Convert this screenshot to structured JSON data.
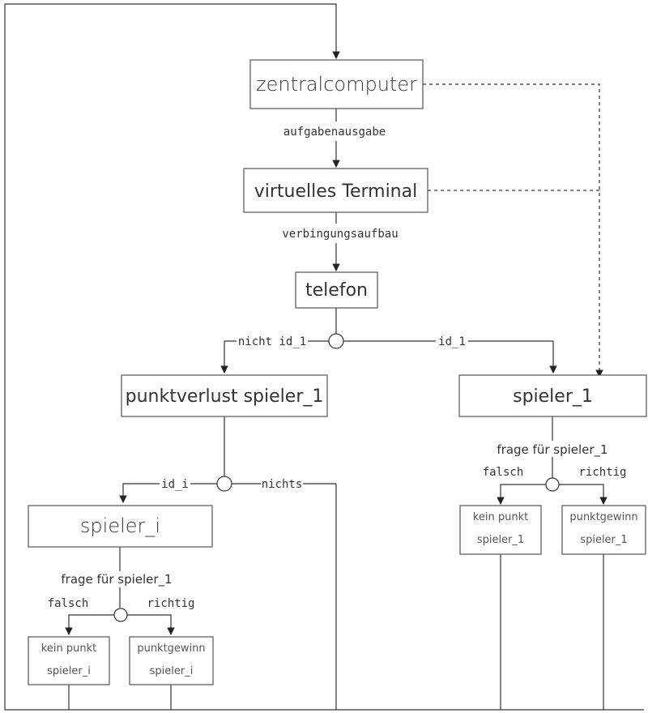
{
  "nodes": {
    "zentralcomputer": "zentralcomputer",
    "virtuelles_terminal": "virtuelles Terminal",
    "telefon": "telefon",
    "punktverlust": "punktverlust spieler_1",
    "spieler_1": "spieler_1",
    "spieler_i": "spieler_i",
    "kein_punkt_1_line1": "kein punkt",
    "kein_punkt_1_line2": "spieler_1",
    "punktgewinn_1_line1": "punktgewinn",
    "punktgewinn_1_line2": "spieler_1",
    "kein_punkt_i_line1": "kein punkt",
    "kein_punkt_i_line2": "spieler_i",
    "punktgewinn_i_line1": "punktgewinn",
    "punktgewinn_i_line2": "spieler_i"
  },
  "edges": {
    "aufgabenausgabe": "aufgabenausgabe",
    "verbingungsaufbau": "verbingungsaufbau",
    "nicht_id_1": "nicht id_1",
    "id_1": "id_1",
    "id_i": "id_i",
    "nichts": "nichts",
    "frage_1": "frage für spieler_1",
    "falsch_1": "falsch",
    "richtig_1": "richtig",
    "frage_i": "frage für spieler_1",
    "falsch_i": "falsch",
    "richtig_i": "richtig"
  }
}
